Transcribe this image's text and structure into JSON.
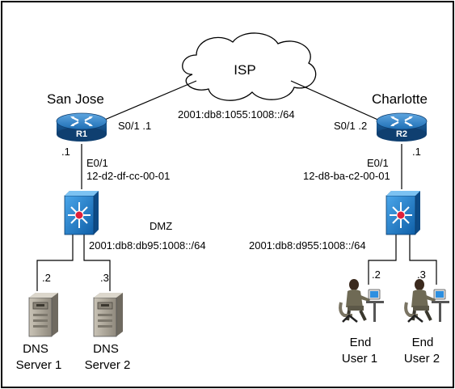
{
  "cloud_label": "ISP",
  "sites": {
    "san_jose": "San Jose",
    "charlotte": "Charlotte"
  },
  "wan_network": "2001:db8:1055:1008::/64",
  "r1": {
    "name": "R1",
    "wan_interface": "S0/1 .1",
    "lan_host": ".1",
    "lan_interface": "E0/1",
    "mac": "12-d2-df-cc-00-01",
    "icon": "router-icon"
  },
  "r2": {
    "name": "R2",
    "wan_interface": "S0/1 .2",
    "lan_host": ".1",
    "lan_interface": "E0/1",
    "mac": "12-d8-ba-c2-00-01",
    "icon": "router-icon"
  },
  "dmz_label": "DMZ",
  "dmz_network": "2001:db8:db95:1008::/64",
  "lan2_network": "2001:db8:d955:1008::/64",
  "hosts": {
    "dns1": {
      "addr": ".2",
      "line1": "DNS",
      "line2": "Server 1",
      "icon": "server-icon"
    },
    "dns2": {
      "addr": ".3",
      "line1": "DNS",
      "line2": "Server 2",
      "icon": "server-icon"
    },
    "user1": {
      "addr": ".2",
      "line1": "End",
      "line2": "User 1",
      "icon": "user-workstation-icon"
    },
    "user2": {
      "addr": ".3",
      "line1": "End",
      "line2": "User 2",
      "icon": "user-workstation-icon"
    }
  },
  "colors": {
    "router": "#1f6fb5",
    "switch": "#1878c8",
    "accent": "#e0203a"
  }
}
